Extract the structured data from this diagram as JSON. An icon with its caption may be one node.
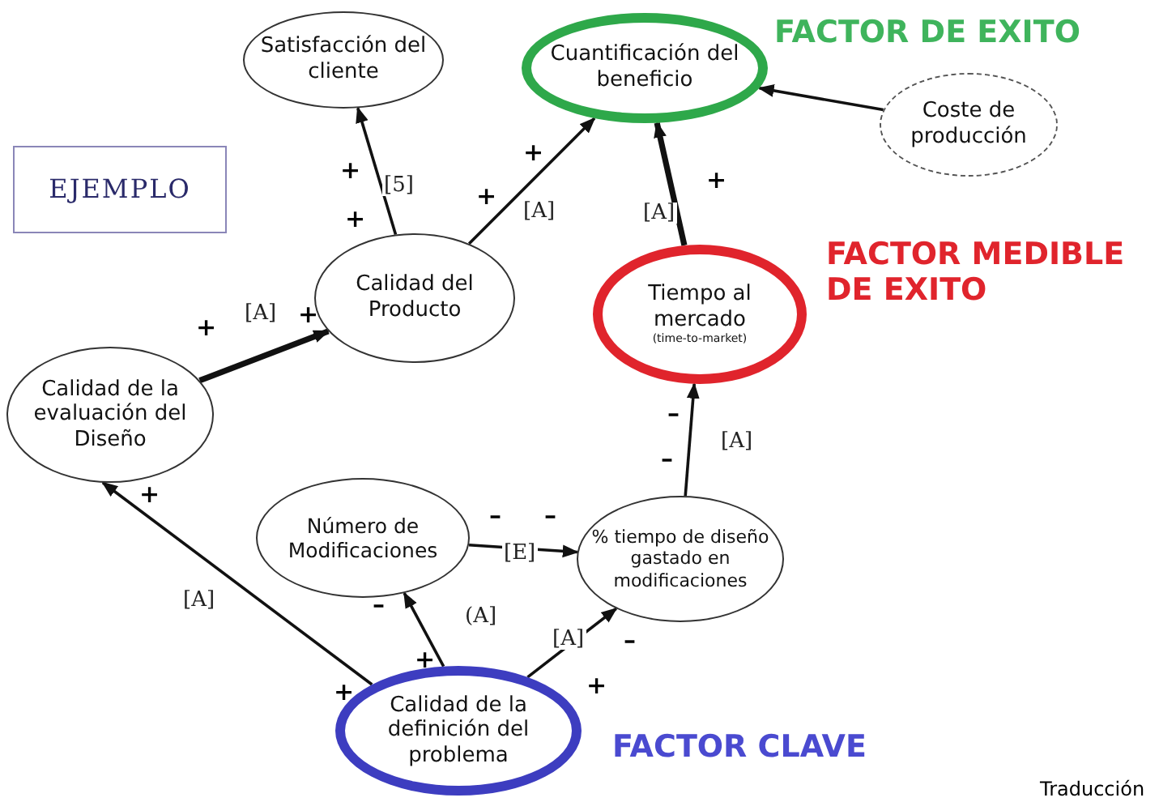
{
  "diagram": {
    "nodes": [
      {
        "text": [
          "Satisfacción del cliente"
        ]
      },
      {
        "text": [
          "Cuantificación del beneficio"
        ],
        "beside": [
          "FACTOR DE EXITO"
        ]
      },
      {
        "text": [
          "Coste de producción"
        ]
      },
      {
        "text": [
          "EJEMPLO"
        ]
      },
      {
        "text": [
          "Calidad del Producto"
        ]
      },
      {
        "text": [
          "Tiempo al mercado",
          "(time-to-market)"
        ],
        "beside": [
          "FACTOR MEDIBLE DE EXITO"
        ]
      },
      {
        "text": [
          "Calidad de la evaluación del Diseño"
        ]
      },
      {
        "text": [
          "Número de Modificaciones"
        ]
      },
      {
        "text": [
          "% tiempo de diseño gastado en modificaciones"
        ]
      },
      {
        "text": [
          "Calidad de la definición del problema"
        ],
        "beside": [
          "FACTOR CLAVE"
        ]
      }
    ],
    "edges": [
      {
        "from": 4,
        "to": 0,
        "arrow": "to",
        "label": "[5]"
      },
      {
        "from": 4,
        "to": 1,
        "arrow": "to",
        "label": "[A]"
      },
      {
        "from": 2,
        "to": 1,
        "arrow": "to"
      },
      {
        "from": 5,
        "to": 1,
        "arrow": "to",
        "label": "[A]",
        "style": "thick"
      },
      {
        "from": 6,
        "to": 4,
        "arrow": "to",
        "label": "[A]",
        "style": "thick"
      },
      {
        "from": 7,
        "to": 8,
        "arrow": "to",
        "label": "[E]"
      },
      {
        "from": 8,
        "to": 5,
        "arrow": "to",
        "label": "[A]"
      },
      {
        "from": 9,
        "to": 6,
        "arrow": "to",
        "label": "[A]"
      },
      {
        "from": 9,
        "to": 7,
        "arrow": "to",
        "label": "(A]"
      },
      {
        "from": 9,
        "to": 8,
        "arrow": "to",
        "label": "[A]"
      }
    ],
    "labels": [
      "+",
      "+",
      "+",
      "+",
      "+",
      "+",
      "+",
      "–",
      "–",
      "+",
      "–",
      "–",
      "–",
      "–",
      "+",
      "+",
      "+",
      "Traducción"
    ]
  }
}
